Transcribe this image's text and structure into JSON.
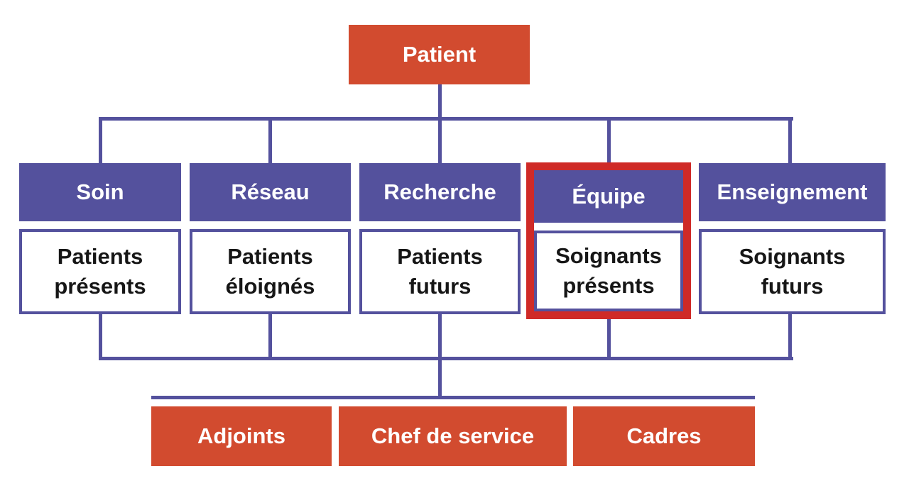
{
  "root": {
    "label": "Patient"
  },
  "columns": [
    {
      "header": "Soin",
      "sub_lines": [
        "Patients",
        "présents"
      ],
      "highlighted": false
    },
    {
      "header": "Réseau",
      "sub_lines": [
        "Patients",
        "éloignés"
      ],
      "highlighted": false
    },
    {
      "header": "Recherche",
      "sub_lines": [
        "Patients",
        "futurs"
      ],
      "highlighted": false
    },
    {
      "header": "Équipe",
      "sub_lines": [
        "Soignants",
        "présents"
      ],
      "highlighted": true
    },
    {
      "header": "Enseignement",
      "sub_lines": [
        "Soignants",
        "futurs"
      ],
      "highlighted": false
    }
  ],
  "management": [
    {
      "label": "Adjoints"
    },
    {
      "label": "Chef de service"
    },
    {
      "label": "Cadres"
    }
  ],
  "colors": {
    "node_purple": "#54519D",
    "node_red_orange": "#D24B2F",
    "highlight_red": "#CF2A27",
    "connector_purple": "#54519D",
    "text_light": "#FFFFFF",
    "text_dark": "#161616",
    "background": "#FFFFFF"
  }
}
